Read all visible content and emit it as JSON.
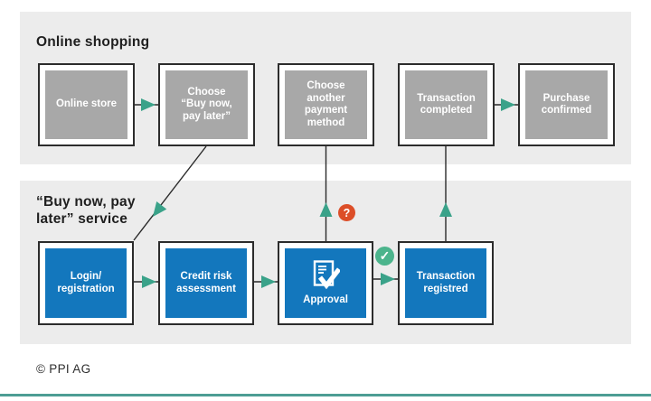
{
  "sections": {
    "online_shopping": {
      "title": "Online shopping"
    },
    "bnpl_service": {
      "title": "“Buy now, pay\nlater” service"
    }
  },
  "boxes": {
    "top": [
      {
        "label": "Online store"
      },
      {
        "label": "Choose\n“Buy now,\npay later”"
      },
      {
        "label": "Choose\nanother\npayment\nmethod"
      },
      {
        "label": "Transaction\ncompleted"
      },
      {
        "label": "Purchase\nconfirmed"
      }
    ],
    "bottom": [
      {
        "label": "Login/\nregistration"
      },
      {
        "label": "Credit risk\nassessment"
      },
      {
        "label": "Approval"
      },
      {
        "label": "Transaction\nregistred"
      }
    ]
  },
  "badges": {
    "question_glyph": "?",
    "check_glyph": "✓"
  },
  "footer": {
    "copyright": "© PPI AG"
  },
  "colors": {
    "band_background": "#ececec",
    "box_border": "#2c2c2c",
    "gray_step_fill": "#a8a8a8",
    "blue_step_fill": "#1377bd",
    "arrow_teal": "#3aa289",
    "question_badge": "#dc4e28",
    "check_badge": "#4cb48c",
    "bottom_rule": "#4d9d94"
  }
}
